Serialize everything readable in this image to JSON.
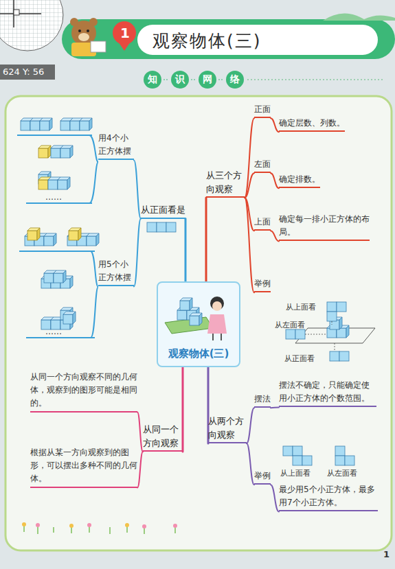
{
  "diagram": {
    "title": "观察物体(三)",
    "nodes": [
      {
        "text": [
          "观察物体(三)"
        ]
      },
      {
        "text": [
          "从正面看是"
        ]
      },
      {
        "text": [
          "用4个小正方体摆"
        ]
      },
      {
        "text": [
          "用5个小正方体摆"
        ]
      },
      {
        "text": [
          "从三个方向观察"
        ]
      },
      {
        "text": [
          "正面"
        ]
      },
      {
        "text": [
          "确定层数、列数。"
        ]
      },
      {
        "text": [
          "左面"
        ]
      },
      {
        "text": [
          "确定排数。"
        ]
      },
      {
        "text": [
          "上面"
        ]
      },
      {
        "text": [
          "确定每一排小正方体的布局。"
        ]
      },
      {
        "text": [
          "举例"
        ]
      },
      {
        "text": [
          "从两个方向观察"
        ]
      },
      {
        "text": [
          "摆法"
        ]
      },
      {
        "text": [
          "摆法不确定，只能确定使用小正方体的个数范围。"
        ]
      },
      {
        "text": [
          "举例"
        ]
      },
      {
        "text": [
          "最少用5个小正方体，最多用7个小正方体。"
        ]
      },
      {
        "text": [
          "从同一个方向观察"
        ]
      },
      {
        "text": [
          "从同一个方向观察不同的几何体，观察到的图形可能是相同的。"
        ]
      },
      {
        "text": [
          "根据从某一方向观察到的图形，可以摆出多种不同的几何体。"
        ]
      }
    ],
    "edges": [
      {
        "from": 0,
        "to": 1,
        "arrow": "none"
      },
      {
        "from": 1,
        "to": 2,
        "arrow": "none"
      },
      {
        "from": 1,
        "to": 3,
        "arrow": "none"
      },
      {
        "from": 0,
        "to": 4,
        "arrow": "none"
      },
      {
        "from": 4,
        "to": 5,
        "arrow": "none"
      },
      {
        "from": 5,
        "to": 6,
        "arrow": "none"
      },
      {
        "from": 4,
        "to": 7,
        "arrow": "none"
      },
      {
        "from": 7,
        "to": 8,
        "arrow": "none"
      },
      {
        "from": 4,
        "to": 9,
        "arrow": "none"
      },
      {
        "from": 9,
        "to": 10,
        "arrow": "none"
      },
      {
        "from": 4,
        "to": 11,
        "arrow": "none"
      },
      {
        "from": 0,
        "to": 12,
        "arrow": "none"
      },
      {
        "from": 12,
        "to": 13,
        "arrow": "none"
      },
      {
        "from": 13,
        "to": 14,
        "arrow": "none"
      },
      {
        "from": 12,
        "to": 15,
        "arrow": "none"
      },
      {
        "from": 15,
        "to": 16,
        "arrow": "none"
      },
      {
        "from": 0,
        "to": 17,
        "arrow": "none"
      },
      {
        "from": 17,
        "to": 18,
        "arrow": "none"
      },
      {
        "from": 17,
        "to": 19,
        "arrow": "none"
      }
    ],
    "labels": [
      "624 Y: 56",
      "1",
      "知",
      "识",
      "网",
      "络",
      "……",
      "……",
      "从上面看",
      "从左面看",
      "从正面看",
      "从上面看",
      "从左面看",
      "1"
    ]
  }
}
